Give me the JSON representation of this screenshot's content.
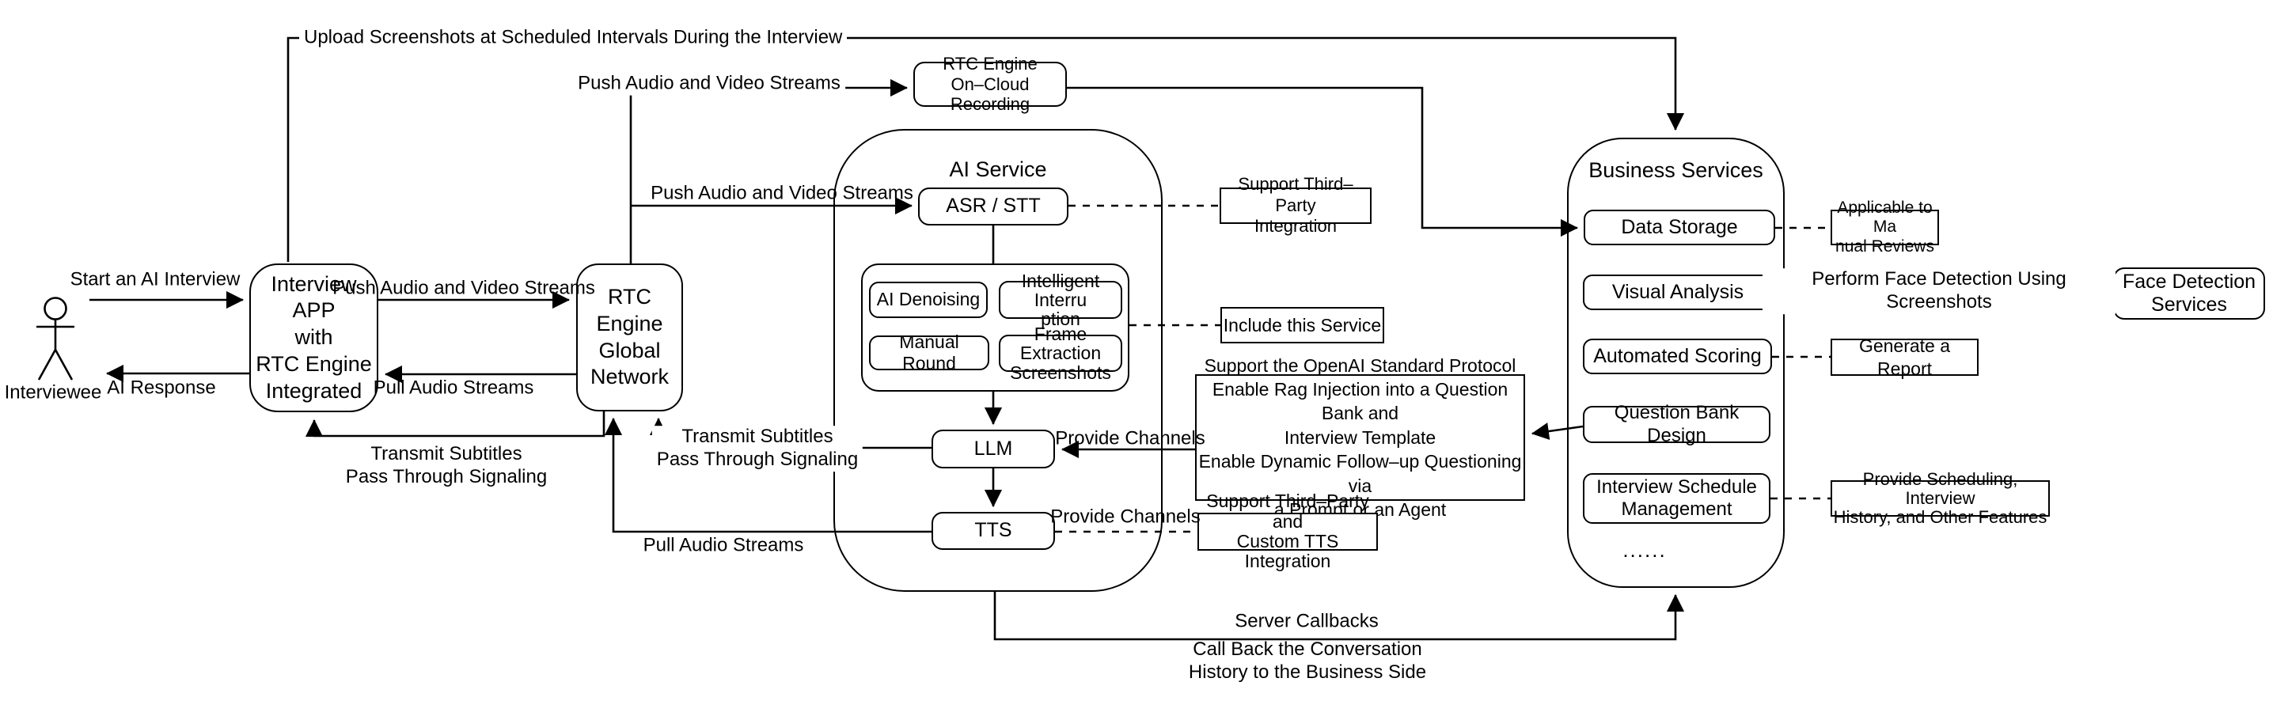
{
  "colors": {
    "line": "#000000",
    "background": "#ffffff"
  },
  "actor": {
    "label": "Interviewee"
  },
  "containers": {
    "ai_service": "AI Service",
    "business": "Business Services"
  },
  "nodes": {
    "interview_app": "Interview APP\nwith\nRTC Engine\nIntegrated",
    "rtc_network": "RTC Engine\nGlobal\nNetwork",
    "rtc_recording": "RTC Engine\nOn–Cloud Recording",
    "asr": "ASR / STT",
    "ai_denoising": "AI Denoising",
    "intelligent_interruption": "Intelligent Interru\nption",
    "manual_round": "Manual Round",
    "frame_extraction": "Frame Extraction\nScreenshots",
    "llm": "LLM",
    "tts": "TTS",
    "data_storage": "Data Storage",
    "visual_analysis": "Visual Analysis",
    "automated_scoring": "Automated Scoring",
    "question_bank": "Question Bank Design",
    "schedule_mgmt": "Interview Schedule\nManagement",
    "ellipsis": "......",
    "face_detection": "Face Detection\nServices"
  },
  "notes": {
    "asr_note": "Support Third–Party\nIntegration",
    "group_note": "Include this Service",
    "llm_note": "Support the OpenAI Standard Protocol\nEnable Rag Injection into a Question Bank and\nInterview Template\nEnable Dynamic Follow–up Questioning via\na Prompt or an Agent",
    "tts_note": "Support Third–Party and\nCustom TTS Integration",
    "data_note": "Applicable to Ma\nnual Reviews",
    "scoring_note": "Generate a Report",
    "schedule_note": "Provide Scheduling, Interview\nHistory, and Other Features"
  },
  "edges": {
    "upload": "Upload Screenshots at Scheduled Intervals During the Interview",
    "push_recording": "Push Audio and Video Streams",
    "push_asr": "Push Audio and Video Streams",
    "push_rtc": "Push Audio and Video Streams",
    "start": "Start an AI Interview",
    "ai_response": "AI Response",
    "pull_app": "Pull Audio Streams",
    "pull_tts": "Pull Audio Streams",
    "transmit_left": "Transmit Subtitles\nPass Through Signaling",
    "transmit_right": "Transmit Subtitles\nPass Through Signaling",
    "provide_channels_llm": "Provide Channels",
    "provide_channels_tts": "Provide Channels",
    "perform_face": "Perform Face Detection Using Screenshots",
    "server_callbacks": "Server Callbacks",
    "callback_detail": "Call Back the Conversation\nHistory to the Business Side"
  }
}
